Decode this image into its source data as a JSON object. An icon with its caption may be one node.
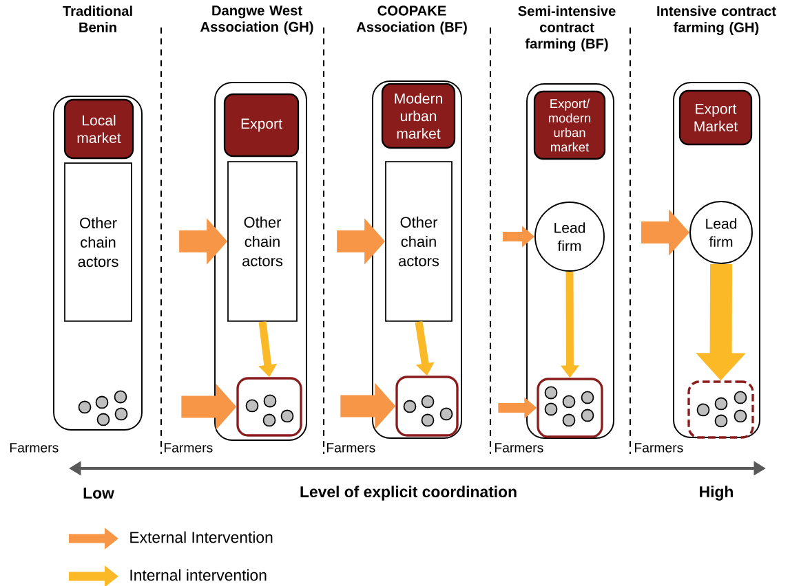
{
  "diagram": {
    "nodes": [
      {
        "text": [
          "Traditional Benin"
        ],
        "beside": [
          "Farmers"
        ]
      },
      {
        "text": [
          "Local market"
        ],
        "in": 0
      },
      {
        "text": [
          "Other chain actors"
        ],
        "in": 0
      },
      {
        "text": [
          "Dangwe West Association (GH)"
        ],
        "beside": [
          "Farmers"
        ]
      },
      {
        "text": [
          "Export"
        ],
        "in": 3
      },
      {
        "text": [
          "Other chain actors"
        ],
        "in": 3
      },
      {
        "text": [],
        "shape": "box",
        "in": 3
      },
      {
        "text": [
          "COOPAKE Association (BF)"
        ],
        "beside": [
          "Farmers"
        ]
      },
      {
        "text": [
          "Modern urban market"
        ],
        "in": 7
      },
      {
        "text": [
          "Other chain actors"
        ],
        "in": 7
      },
      {
        "text": [],
        "shape": "box",
        "in": 7
      },
      {
        "text": [
          "Semi-intensive contract farming (BF)"
        ],
        "beside": [
          "Farmers"
        ]
      },
      {
        "text": [
          "Export/ modern urban market"
        ],
        "in": 11
      },
      {
        "text": [
          "Lead firm"
        ],
        "in": 11
      },
      {
        "text": [],
        "shape": "box",
        "in": 11
      },
      {
        "text": [
          "Intensive contract farming (GH)"
        ],
        "beside": [
          "Farmers"
        ]
      },
      {
        "text": [
          "Export Market"
        ],
        "in": 15
      },
      {
        "text": [
          "Lead firm"
        ],
        "in": 15
      },
      {
        "text": [],
        "shape": "box",
        "in": 15
      }
    ],
    "edges": [
      {
        "from": null,
        "to": 5,
        "arrow": "to"
      },
      {
        "from": null,
        "to": 6,
        "arrow": "to"
      },
      {
        "from": 5,
        "to": 6,
        "arrow": "to",
        "color": "#fbb827"
      },
      {
        "from": null,
        "to": 9,
        "arrow": "to"
      },
      {
        "from": null,
        "to": 10,
        "arrow": "to"
      },
      {
        "from": 9,
        "to": 10,
        "arrow": "to",
        "color": "#fbb827"
      },
      {
        "from": null,
        "to": 13,
        "arrow": "to"
      },
      {
        "from": null,
        "to": 14,
        "arrow": "to"
      },
      {
        "from": 13,
        "to": 14,
        "arrow": "to",
        "color": "#fbb827"
      },
      {
        "from": null,
        "to": 17,
        "arrow": "to"
      },
      {
        "from": 17,
        "to": 18,
        "arrow": "to",
        "color": "#fbb827"
      }
    ],
    "labels": [
      "Low",
      "Level of explicit coordination",
      "High"
    ],
    "legend": [
      {
        "text": "External Intervention",
        "color": "#f79646"
      },
      {
        "text": "Internal intervention",
        "color": "#fbb827"
      }
    ]
  }
}
